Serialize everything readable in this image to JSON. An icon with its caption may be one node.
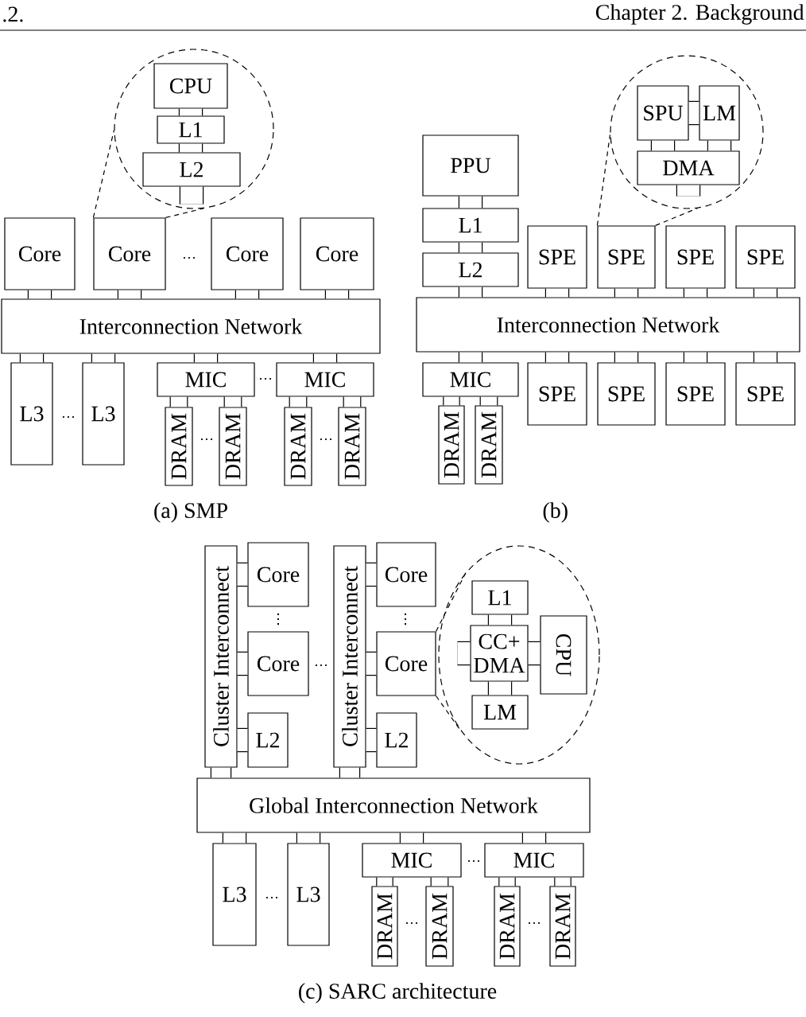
{
  "diagram": {
    "nodes": [
      {
        "text": [],
        "shape": "circle"
      },
      {
        "text": [
          "CPU"
        ],
        "in": 0
      },
      {
        "text": [
          "L1"
        ],
        "in": 0
      },
      {
        "text": [
          "L2"
        ],
        "in": 0
      },
      {
        "text": [
          "Core"
        ]
      },
      {
        "text": [
          "Core"
        ]
      },
      {
        "text": [
          "Core"
        ]
      },
      {
        "text": [
          "Core"
        ]
      },
      {
        "text": [
          "Interconnection Network"
        ]
      },
      {
        "text": [
          "L3"
        ]
      },
      {
        "text": [
          "L3"
        ]
      },
      {
        "text": [
          "MIC"
        ]
      },
      {
        "text": [
          "MIC"
        ]
      },
      {
        "text": [
          "DRAM"
        ]
      },
      {
        "text": [
          "DRAM"
        ]
      },
      {
        "text": [
          "DRAM"
        ]
      },
      {
        "text": [
          "DRAM"
        ]
      },
      {
        "text": [],
        "shape": "circle"
      },
      {
        "text": [
          "SPU"
        ],
        "in": 17
      },
      {
        "text": [
          "LM"
        ],
        "in": 17
      },
      {
        "text": [
          "DMA"
        ],
        "in": 17
      },
      {
        "text": [
          "PPU"
        ]
      },
      {
        "text": [
          "L1"
        ]
      },
      {
        "text": [
          "L2"
        ]
      },
      {
        "text": [
          "SPE"
        ]
      },
      {
        "text": [
          "SPE"
        ]
      },
      {
        "text": [
          "SPE"
        ]
      },
      {
        "text": [
          "SPE"
        ]
      },
      {
        "text": [
          "Interconnection Network"
        ]
      },
      {
        "text": [
          "MIC"
        ]
      },
      {
        "text": [
          "SPE"
        ]
      },
      {
        "text": [
          "SPE"
        ]
      },
      {
        "text": [
          "SPE"
        ]
      },
      {
        "text": [
          "SPE"
        ]
      },
      {
        "text": [
          "DRAM"
        ]
      },
      {
        "text": [
          "DRAM"
        ]
      },
      {
        "text": [
          "Cluster Interconnect"
        ]
      },
      {
        "text": [
          "Core"
        ]
      },
      {
        "text": [
          "Core"
        ]
      },
      {
        "text": [
          "L2"
        ]
      },
      {
        "text": [
          "Cluster Interconnect"
        ]
      },
      {
        "text": [
          "Core"
        ]
      },
      {
        "text": [
          "Core"
        ]
      },
      {
        "text": [
          "L2"
        ]
      },
      {
        "text": [],
        "shape": "ellipse"
      },
      {
        "text": [
          "L1"
        ],
        "in": 44
      },
      {
        "text": [
          "CC+ DMA"
        ],
        "in": 44
      },
      {
        "text": [
          "CPU"
        ],
        "in": 44
      },
      {
        "text": [
          "LM"
        ],
        "in": 44
      },
      {
        "text": [
          "Global Interconnection Network"
        ]
      },
      {
        "text": [
          "L3"
        ]
      },
      {
        "text": [
          "L3"
        ]
      },
      {
        "text": [
          "MIC"
        ]
      },
      {
        "text": [
          "MIC"
        ]
      },
      {
        "text": [
          "DRAM"
        ]
      },
      {
        "text": [
          "DRAM"
        ]
      },
      {
        "text": [
          "DRAM"
        ]
      },
      {
        "text": [
          "DRAM"
        ]
      }
    ],
    "edges": [
      {
        "from": 1,
        "to": 2,
        "arrow": "none"
      },
      {
        "from": 2,
        "to": 3,
        "arrow": "none"
      },
      {
        "from": 3,
        "to": null,
        "arrow": "none"
      },
      {
        "from": 4,
        "to": 8,
        "arrow": "none"
      },
      {
        "from": 5,
        "to": 8,
        "arrow": "none"
      },
      {
        "from": 6,
        "to": 8,
        "arrow": "none"
      },
      {
        "from": 7,
        "to": 8,
        "arrow": "none"
      },
      {
        "from": 8,
        "to": 9,
        "arrow": "none"
      },
      {
        "from": 8,
        "to": 10,
        "arrow": "none"
      },
      {
        "from": 8,
        "to": 11,
        "arrow": "none"
      },
      {
        "from": 8,
        "to": 12,
        "arrow": "none"
      },
      {
        "from": 11,
        "to": 13,
        "arrow": "none"
      },
      {
        "from": 11,
        "to": 14,
        "arrow": "none"
      },
      {
        "from": 12,
        "to": 15,
        "arrow": "none"
      },
      {
        "from": 12,
        "to": 16,
        "arrow": "none"
      },
      {
        "from": 5,
        "to": 0,
        "arrow": "none",
        "style": "dashed"
      },
      {
        "from": 5,
        "to": 0,
        "arrow": "none",
        "style": "dashed"
      },
      {
        "from": 18,
        "to": 19,
        "arrow": "none"
      },
      {
        "from": 18,
        "to": 20,
        "arrow": "none"
      },
      {
        "from": 19,
        "to": 20,
        "arrow": "none"
      },
      {
        "from": 20,
        "to": null,
        "arrow": "none"
      },
      {
        "from": 21,
        "to": 22,
        "arrow": "none"
      },
      {
        "from": 22,
        "to": 23,
        "arrow": "none"
      },
      {
        "from": 23,
        "to": 28,
        "arrow": "none"
      },
      {
        "from": 24,
        "to": 28,
        "arrow": "none"
      },
      {
        "from": 25,
        "to": 28,
        "arrow": "none"
      },
      {
        "from": 26,
        "to": 28,
        "arrow": "none"
      },
      {
        "from": 27,
        "to": 28,
        "arrow": "none"
      },
      {
        "from": 28,
        "to": 29,
        "arrow": "none"
      },
      {
        "from": 28,
        "to": 30,
        "arrow": "none"
      },
      {
        "from": 28,
        "to": 31,
        "arrow": "none"
      },
      {
        "from": 28,
        "to": 32,
        "arrow": "none"
      },
      {
        "from": 28,
        "to": 33,
        "arrow": "none"
      },
      {
        "from": 29,
        "to": 34,
        "arrow": "none"
      },
      {
        "from": 29,
        "to": 35,
        "arrow": "none"
      },
      {
        "from": 25,
        "to": 17,
        "arrow": "none",
        "style": "dashed"
      },
      {
        "from": 25,
        "to": 17,
        "arrow": "none",
        "style": "dashed"
      },
      {
        "from": 36,
        "to": 37,
        "arrow": "none"
      },
      {
        "from": 36,
        "to": 38,
        "arrow": "none"
      },
      {
        "from": 36,
        "to": 39,
        "arrow": "none"
      },
      {
        "from": 40,
        "to": 41,
        "arrow": "none"
      },
      {
        "from": 40,
        "to": 42,
        "arrow": "none"
      },
      {
        "from": 40,
        "to": 43,
        "arrow": "none"
      },
      {
        "from": 36,
        "to": 49,
        "arrow": "none"
      },
      {
        "from": 40,
        "to": 49,
        "arrow": "none"
      },
      {
        "from": 45,
        "to": 46,
        "arrow": "none"
      },
      {
        "from": 46,
        "to": 48,
        "arrow": "none"
      },
      {
        "from": 46,
        "to": 47,
        "arrow": "none"
      },
      {
        "from": 46,
        "to": null,
        "arrow": "none"
      },
      {
        "from": 49,
        "to": 50,
        "arrow": "none"
      },
      {
        "from": 49,
        "to": 51,
        "arrow": "none"
      },
      {
        "from": 49,
        "to": 52,
        "arrow": "none"
      },
      {
        "from": 49,
        "to": 53,
        "arrow": "none"
      },
      {
        "from": 52,
        "to": 54,
        "arrow": "none"
      },
      {
        "from": 52,
        "to": 55,
        "arrow": "none"
      },
      {
        "from": 53,
        "to": 56,
        "arrow": "none"
      },
      {
        "from": 53,
        "to": 57,
        "arrow": "none"
      },
      {
        "from": 42,
        "to": 44,
        "arrow": "none",
        "style": "dashed"
      },
      {
        "from": 42,
        "to": 44,
        "arrow": "none",
        "style": "dashed"
      }
    ],
    "labels": [
      ".2.",
      "Chapter 2. Background",
      "…",
      "…",
      "…",
      "…",
      "…",
      "(a) SMP",
      "(b)",
      "⋮",
      "…",
      "⋮",
      "…",
      "…",
      "…",
      "…",
      "(c) SARC architecture"
    ]
  }
}
